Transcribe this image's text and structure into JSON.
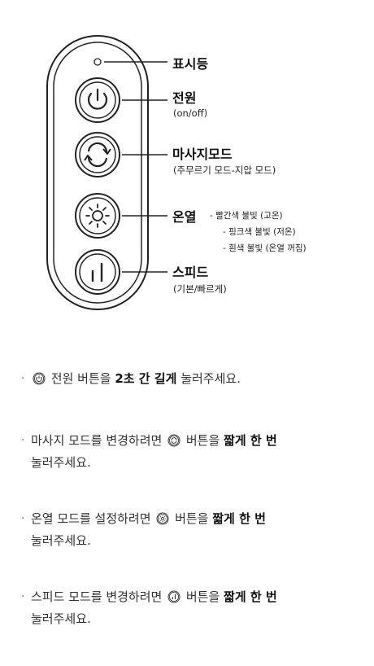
{
  "indicator": {
    "label": "표시등"
  },
  "power": {
    "label": "전원",
    "sub": "(on/off)"
  },
  "massage": {
    "label": "마사지모드",
    "sub": "(주무르기 모드-지압 모드)"
  },
  "heat": {
    "label": "온열",
    "notes": [
      "- 빨간색 불빛 (고온)",
      "- 핑크색 불빛 (저온)",
      "- 흰색 불빛 (온열 꺼짐)"
    ]
  },
  "speed": {
    "label": "스피드",
    "sub": "(기본/빠르게)"
  },
  "instructions": [
    {
      "pre": "전원 버튼을 ",
      "bold": "2초 간 길게",
      "post": " 눌러주세요.",
      "icon": "power-icon"
    },
    {
      "pre": "마사지 모드를 변경하려면 ",
      "bold": "짧게 한 번",
      "post": "눌러주세요.",
      "mid": " 버튼을 ",
      "icon": "massage-mode-icon"
    },
    {
      "pre": "온열 모드를 설정하려면 ",
      "bold": "짧게 한 번",
      "post": "눌러주세요.",
      "mid": " 버튼을 ",
      "icon": "heat-icon"
    },
    {
      "pre": "스피드 모드를 변경하려면 ",
      "bold": "짧게 한 번",
      "post": "눌러주세요.",
      "mid": " 버튼을 ",
      "icon": "speed-icon"
    }
  ]
}
